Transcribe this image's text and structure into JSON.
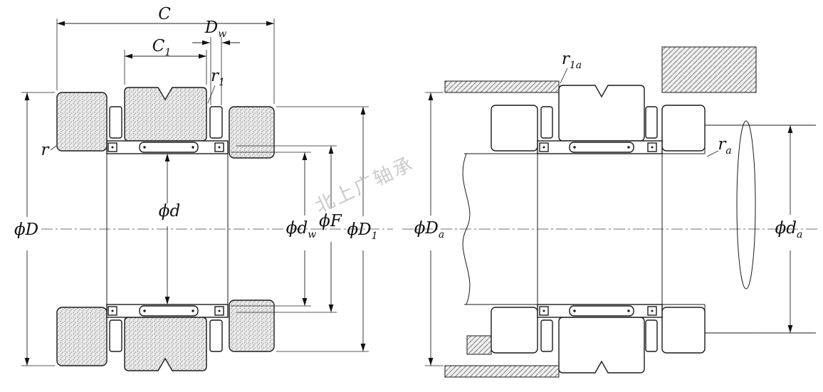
{
  "watermark": {
    "text": "北上广轴承"
  },
  "colors": {
    "line": "#1a1a1a",
    "dimension": "#222222",
    "stipple_bg": "#eaeaea",
    "watermark": "#c2c2c2"
  },
  "left_figure": {
    "name": "bearing-cross-section",
    "labels": {
      "C": {
        "main": "C",
        "sub": ""
      },
      "C1": {
        "main": "C",
        "sub": "1"
      },
      "Dw": {
        "main": "D",
        "sub": "w"
      },
      "r1": {
        "main": "r",
        "sub": "1"
      },
      "r": {
        "main": "r",
        "sub": ""
      },
      "phiD": {
        "main": "ϕD",
        "sub": ""
      },
      "phid": {
        "main": "ϕd",
        "sub": ""
      },
      "phidw": {
        "main": "ϕd",
        "sub": "w"
      },
      "phiF": {
        "main": "ϕF",
        "sub": ""
      },
      "phiD1": {
        "main": "ϕD",
        "sub": "1"
      }
    }
  },
  "right_figure": {
    "name": "mounting-dimensions",
    "labels": {
      "r1a": {
        "main": "r",
        "sub": "1a"
      },
      "ra": {
        "main": "r",
        "sub": "a"
      },
      "phiDa": {
        "main": "ϕD",
        "sub": "a"
      },
      "phida": {
        "main": "ϕd",
        "sub": "a"
      }
    }
  }
}
